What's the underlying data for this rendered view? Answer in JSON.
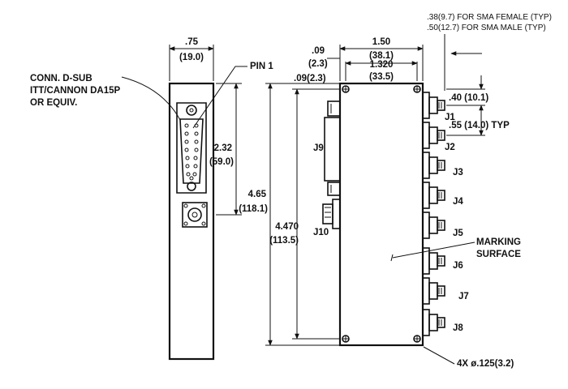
{
  "dimensions": {
    "width_in": ".75",
    "width_mm": "(19.0)",
    "dsub_spacing_in": "2.32",
    "dsub_spacing_mm": "(59.0)",
    "height_in": "4.65",
    "height_mm": "(118.1)",
    "inner_height_in": "4.470",
    "inner_height_mm": "(113.5)",
    "side_offset_in": ".09",
    "side_offset_mm": "(2.3)",
    "top_offset": ".09(2.3)",
    "depth_in": "1.50",
    "depth_mm": "(38.1)",
    "inner_depth_in": "1.320",
    "inner_depth_mm": "(33.5)",
    "jack_first": ".40 (10.1)",
    "jack_pitch": ".55 (14.0) TYP"
  },
  "notes": {
    "sma_female": ".38(9.7) FOR SMA FEMALE (TYP)",
    "sma_male": ".50(12.7) FOR SMA MALE (TYP)",
    "conn_line1": "CONN. D-SUB",
    "conn_line2": "ITT/CANNON DA15P",
    "conn_line3": "OR EQUIV.",
    "pin1": "PIN 1",
    "marking_line1": "MARKING",
    "marking_line2": "SURFACE",
    "holes": "4X ø.125(3.2)"
  },
  "connectors": {
    "j9": "J9",
    "j10": "J10",
    "outputs": [
      "J1",
      "J2",
      "J3",
      "J4",
      "J5",
      "J6",
      "J7",
      "J8"
    ]
  }
}
